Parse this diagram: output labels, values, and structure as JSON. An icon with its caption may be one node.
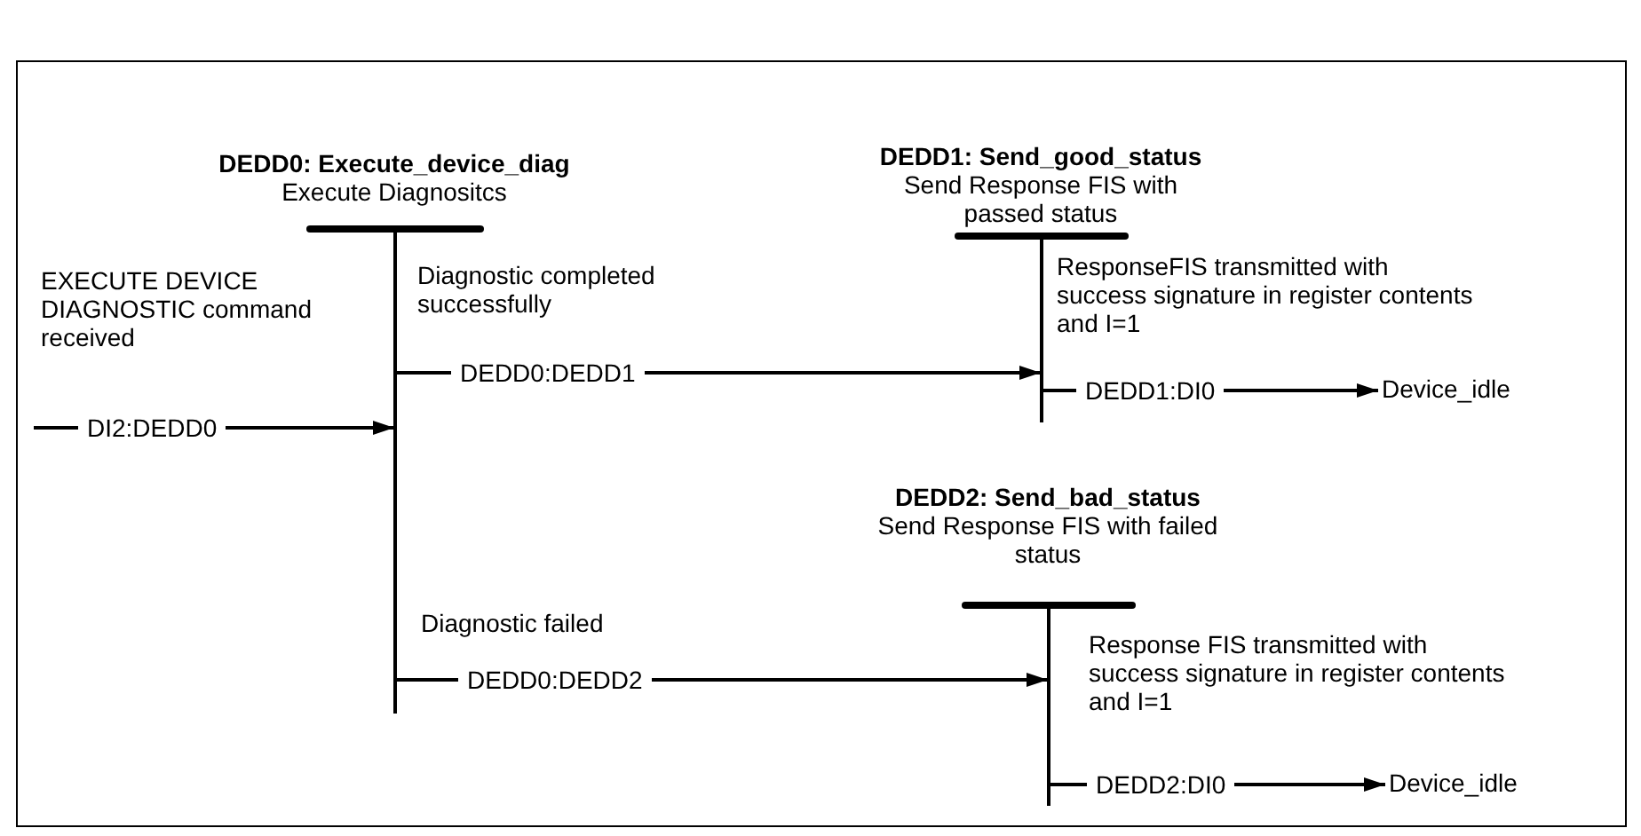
{
  "diagram": {
    "nodes": [
      {
        "text": [
          "DEDD0: Execute_device_diag",
          "Execute Diagnositcs"
        ]
      },
      {
        "text": [
          "DEDD1: Send_good_status",
          "Send Response FIS with passed status"
        ]
      },
      {
        "text": [
          "DEDD2: Send_bad_status",
          "Send Response FIS with failed status"
        ]
      },
      {
        "text": [
          "Device_idle"
        ]
      },
      {
        "text": [
          "Device_idle"
        ]
      }
    ],
    "edges": [
      {
        "from": null,
        "to": 0,
        "arrow": "to",
        "label": "DI2:DEDD0"
      },
      {
        "from": 0,
        "to": 1,
        "arrow": "to",
        "label": "DEDD0:DEDD1"
      },
      {
        "from": 1,
        "to": 3,
        "arrow": "to",
        "label": "DEDD1:DI0"
      },
      {
        "from": 0,
        "to": 2,
        "arrow": "to",
        "label": "DEDD0:DEDD2"
      },
      {
        "from": 2,
        "to": 4,
        "arrow": "to",
        "label": "DEDD2:DI0"
      }
    ],
    "labels": [
      "EXECUTE DEVICE DIAGNOSTIC command received",
      "Diagnostic completed successfully",
      "ResponseFIS transmitted with success signature in register contents and I=1",
      "Diagnostic failed",
      "Response FIS transmitted with success signature in register contents and I=1"
    ]
  }
}
